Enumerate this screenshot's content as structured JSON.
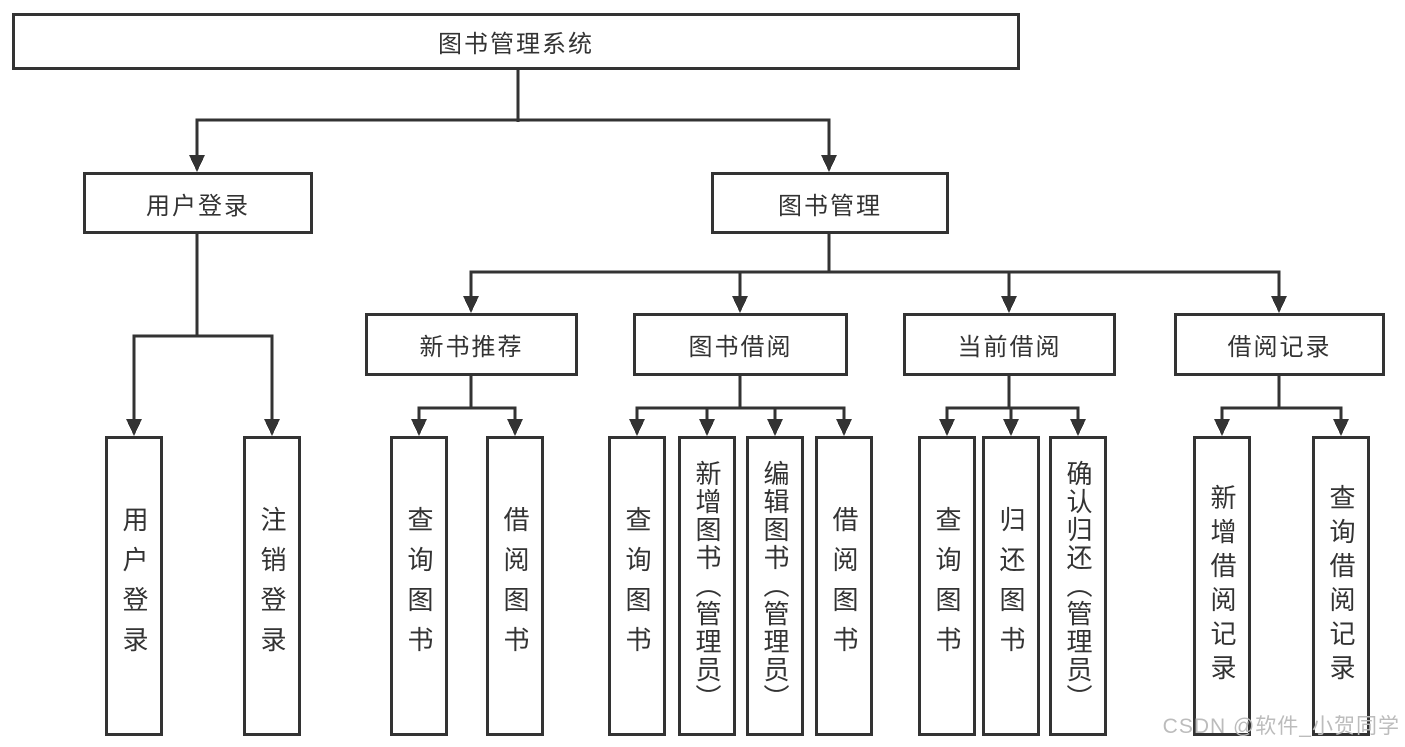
{
  "diagram": {
    "type": "hierarchy-tree",
    "title": "图书管理系统"
  },
  "colors": {
    "line": "#333333",
    "text": "#333333",
    "background": "#ffffff",
    "watermark": "#bcbcbc"
  },
  "nodes": {
    "root": {
      "label": "图书管理系统"
    },
    "user_login": {
      "label": "用户登录"
    },
    "book_mgmt": {
      "label": "图书管理"
    },
    "login_leaf": {
      "label": "用户登录"
    },
    "logout_leaf": {
      "label": "注销登录"
    },
    "new_book_rec": {
      "label": "新书推荐"
    },
    "book_borrow": {
      "label": "图书借阅"
    },
    "current_borrow": {
      "label": "当前借阅"
    },
    "borrow_record": {
      "label": "借阅记录"
    },
    "nb_query": {
      "label": "查询图书"
    },
    "nb_borrow": {
      "label": "借阅图书"
    },
    "bb_query": {
      "label": "查询图书"
    },
    "bb_add": {
      "label": "新增图书（管理员）"
    },
    "bb_edit": {
      "label": "编辑图书（管理员）"
    },
    "bb_borrow": {
      "label": "借阅图书"
    },
    "cb_query": {
      "label": "查询图书"
    },
    "cb_return": {
      "label": "归还图书"
    },
    "cb_confirm": {
      "label": "确认归还（管理员）"
    },
    "br_add": {
      "label": "新增借阅记录"
    },
    "br_query": {
      "label": "查询借阅记录"
    }
  },
  "hierarchy": {
    "图书管理系统": {
      "用户登录": [
        "用户登录",
        "注销登录"
      ],
      "图书管理": {
        "新书推荐": [
          "查询图书",
          "借阅图书"
        ],
        "图书借阅": [
          "查询图书",
          "新增图书（管理员）",
          "编辑图书（管理员）",
          "借阅图书"
        ],
        "当前借阅": [
          "查询图书",
          "归还图书",
          "确认归还（管理员）"
        ],
        "借阅记录": [
          "新增借阅记录",
          "查询借阅记录"
        ]
      }
    }
  },
  "watermark": {
    "text": "CSDN @软件_小贺同学"
  }
}
